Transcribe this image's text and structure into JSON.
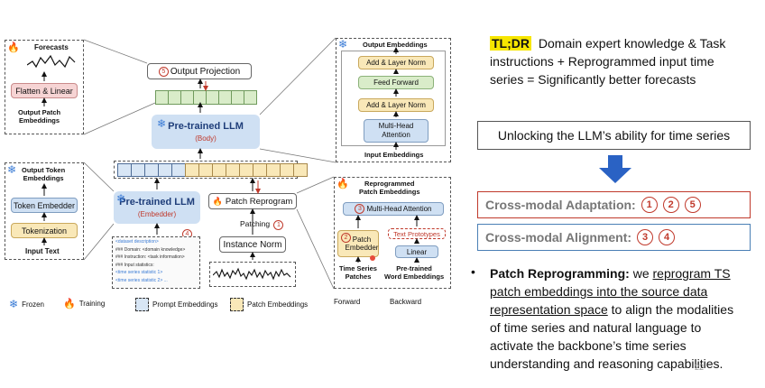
{
  "diagram": {
    "forecasts_label": "Forecasts",
    "flatten_linear": "Flatten & Linear",
    "output_patch_embeddings": "Output Patch\nEmbeddings",
    "output_projection": "Output Projection",
    "llm_body_title": "Pre-trained LLM",
    "llm_body_sub": "(Body)",
    "output_embeddings": "Output Embeddings",
    "add_norm_top": "Add & Layer Norm",
    "feed_forward": "Feed Forward",
    "add_norm_bottom": "Add & Layer Norm",
    "multi_head_attention": "Multi-Head\nAttention",
    "input_embeddings": "Input Embeddings",
    "output_token_embeddings": "Output Token\nEmbeddings",
    "token_embedder": "Token Embedder",
    "tokenization": "Tokenization",
    "input_text": "Input Text",
    "llm_embedder_title": "Pre-trained LLM",
    "llm_embedder_sub": "(Embedder)",
    "patch_reprogram": "Patch Reprogram",
    "patching": "Patching",
    "instance_norm": "Instance Norm",
    "reprogrammed_patch_embeddings": "Reprogrammed\nPatch Embeddings",
    "mha_reprog": "Multi-Head Attention",
    "patch_embedder": "Patch\nEmbedder",
    "text_prototypes": "Text Prototypes",
    "linear": "Linear",
    "time_series_patches": "Time Series\nPatches",
    "pretrained_word_embeddings": "Pre-trained\nWord Embeddings",
    "prompt_lines": [
      "<dataset description>",
      "### Domain: <domain knowledge>",
      "### Instruction: <task information>",
      "### Input statistics:",
      "<time series statistic 1>",
      "<time series statistic 2> ..."
    ],
    "step_markers": {
      "out_proj": "5",
      "embedder": "4",
      "patching": "1",
      "patch_emb": "2",
      "mha": "3"
    },
    "legend": {
      "frozen": "Frozen",
      "training": "Training",
      "prompt_embeddings": "Prompt Embeddings",
      "patch_embeddings": "Patch Embeddings",
      "forward": "Forward",
      "backward": "Backward"
    }
  },
  "panel": {
    "tldr_label": "TL;DR",
    "tldr_lines": [
      "Domain expert knowledge & Task",
      "instructions + Reprogrammed input time",
      "series = Significantly better forecasts"
    ],
    "unlocking": "Unlocking the LLM’s ability for time series",
    "cross_modal_adaptation": "Cross-modal Adaptation:",
    "adaptation_numbers": [
      "1",
      "2",
      "5"
    ],
    "cross_modal_alignment": "Cross-modal Alignment:",
    "alignment_numbers": [
      "3",
      "4"
    ],
    "bullet_title": "Patch Reprogramming:",
    "bullet_line1_plain": " we ",
    "bullet_line1_u": "reprogram TS",
    "bullet_line2_u": "patch embeddings into the source data",
    "bullet_line3_u": "representation space",
    "bullet_line3_plain": " to align the modalities",
    "bullet_line4": "of time series and natural language to",
    "bullet_line5": "activate the backbone’s time series",
    "bullet_line6": "understanding and reasoning capabilities.",
    "page_number": "22"
  },
  "colors": {
    "frozen_blue": "#3a7bd5",
    "training_orange": "#e67e22",
    "tldr_yellow": "#f7e600",
    "adaptation_border": "#c0392b",
    "alignment_border": "#4a7fb5",
    "arrow_blue": "#2a62c4"
  }
}
